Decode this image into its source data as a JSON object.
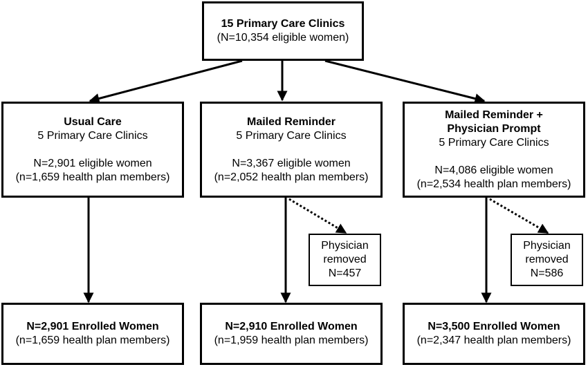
{
  "root": {
    "title": "15 Primary Care Clinics",
    "subtitle": "(N=10,354 eligible women)"
  },
  "arms": [
    {
      "title_lines": [
        "Usual Care"
      ],
      "clinics": "5 Primary Care Clinics",
      "eligible": "N=2,901 eligible women",
      "members": "(n=1,659 health plan members)",
      "enrolled": "N=2,901 Enrolled Women",
      "enrolled_members": "(n=1,659 health plan members)"
    },
    {
      "title_lines": [
        "Mailed Reminder"
      ],
      "clinics": "5 Primary Care Clinics",
      "eligible": "N=3,367 eligible women",
      "members": "(n=2,052 health plan members)",
      "enrolled": "N=2,910 Enrolled Women",
      "enrolled_members": "(n=1,959 health plan members)",
      "removed": {
        "line1": "Physician",
        "line2": "removed",
        "count": "N=457"
      }
    },
    {
      "title_lines": [
        "Mailed Reminder +",
        "Physician Prompt"
      ],
      "clinics": "5 Primary Care Clinics",
      "eligible": "N=4,086 eligible women",
      "members": "(n=2,534 health plan members)",
      "enrolled": "N=3,500 Enrolled Women",
      "enrolled_members": "(n=2,347 health plan members)",
      "removed": {
        "line1": "Physician",
        "line2": "removed",
        "count": "N=586"
      }
    }
  ]
}
